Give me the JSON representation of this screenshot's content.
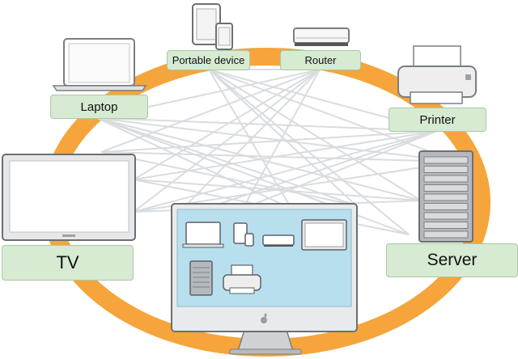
{
  "diagram": {
    "devices": [
      {
        "id": "portable",
        "label": "Portable device"
      },
      {
        "id": "router",
        "label": "Router"
      },
      {
        "id": "laptop",
        "label": "Laptop"
      },
      {
        "id": "printer",
        "label": "Printer"
      },
      {
        "id": "tv",
        "label": "TV"
      },
      {
        "id": "server",
        "label": "Server"
      }
    ],
    "hub": {
      "name": "desktop computer",
      "logo": "apple-logo-icon"
    },
    "ring_color": "#f5a53b",
    "label_color": "#d6ebd2",
    "line_color": "#d9dcdf"
  }
}
